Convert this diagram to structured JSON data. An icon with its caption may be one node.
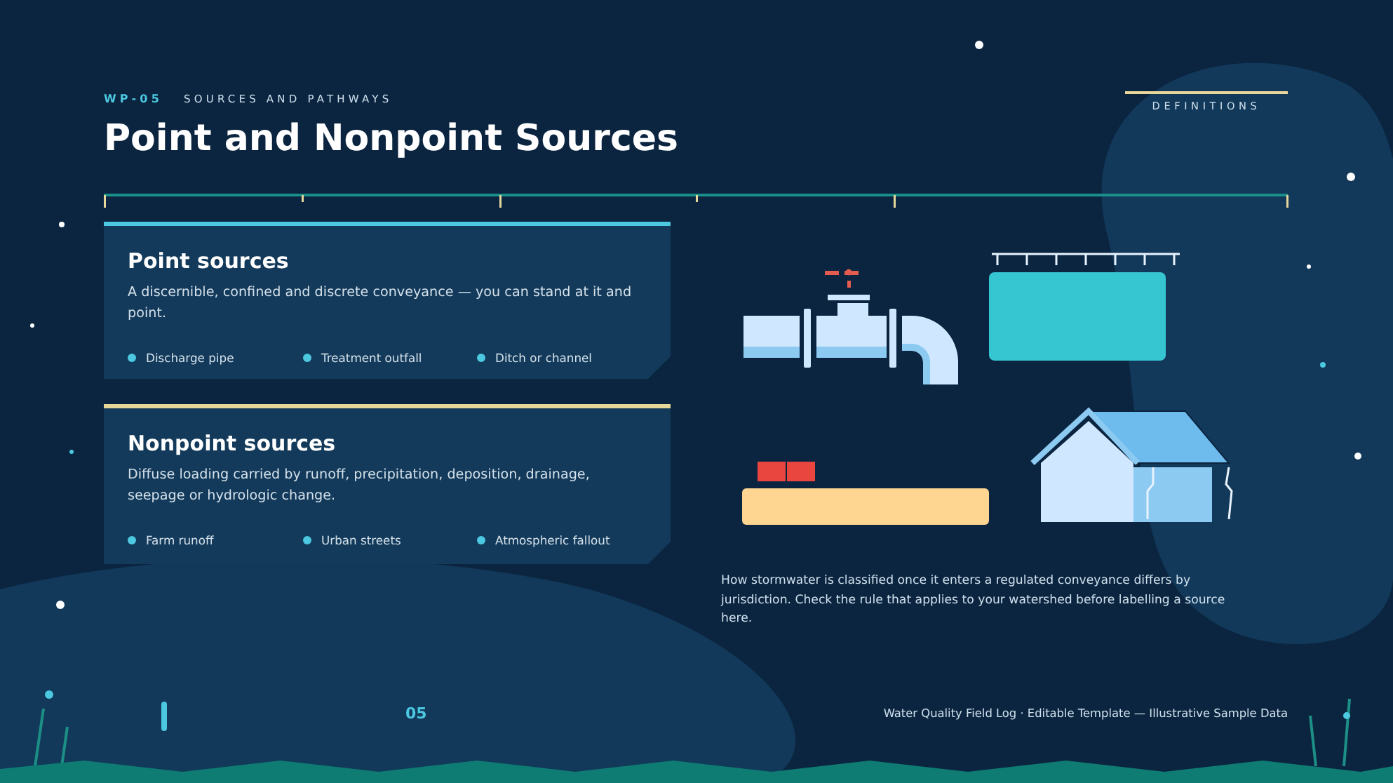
{
  "diagram": {
    "title": "Point and Nonpoint Sources",
    "nodes": [
      {
        "text": [
          "Point sources",
          "A discernible, confined and discrete conveyance — you can stand at it and point.",
          "Discharge pipe",
          "Treatment outfall",
          "Ditch or channel"
        ]
      },
      {
        "text": [
          "Nonpoint sources",
          "Diffuse loading carried by runoff, precipitation, deposition, drainage, seepage or hydrologic change.",
          "Farm runoff",
          "Urban streets",
          "Atmospheric fallout"
        ]
      }
    ],
    "edges": [],
    "labels": [
      "WP-05",
      "SOURCES AND PATHWAYS",
      "DEFINITIONS",
      "How stormwater is classified once it enters a regulated conveyance differs by jurisdiction. Check the rule that applies to your watershed before labelling a source here.",
      "05",
      "Water Quality Field Log · Editable Template — Illustrative Sample Data"
    ]
  }
}
